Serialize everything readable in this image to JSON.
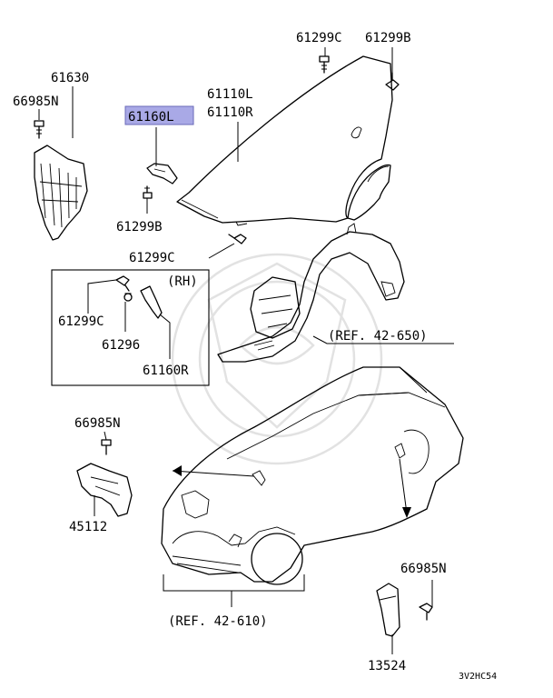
{
  "labels": {
    "p61630": "61630",
    "p66985n_a": "66985N",
    "p61160l": "61160L",
    "p61110l": "61110L",
    "p61110r": "61110R",
    "p61299c_top": "61299C",
    "p61299b_top": "61299B",
    "p61299b_mid": "61299B",
    "p61299c_mid": "61299C",
    "rh": "(RH)",
    "p61299c_box": "61299C",
    "p61296": "61296",
    "p61160r": "61160R",
    "ref_650": "(REF. 42-650)",
    "p66985n_b": "66985N",
    "p45112": "45112",
    "ref_610": "(REF. 42-610)",
    "p66985n_c": "66985N",
    "p13524": "13524",
    "code": "3V2HC54"
  },
  "highlight_color": "#a9a9e6",
  "icons": [
    "bolt-icon",
    "screw-icon",
    "clip-icon"
  ]
}
